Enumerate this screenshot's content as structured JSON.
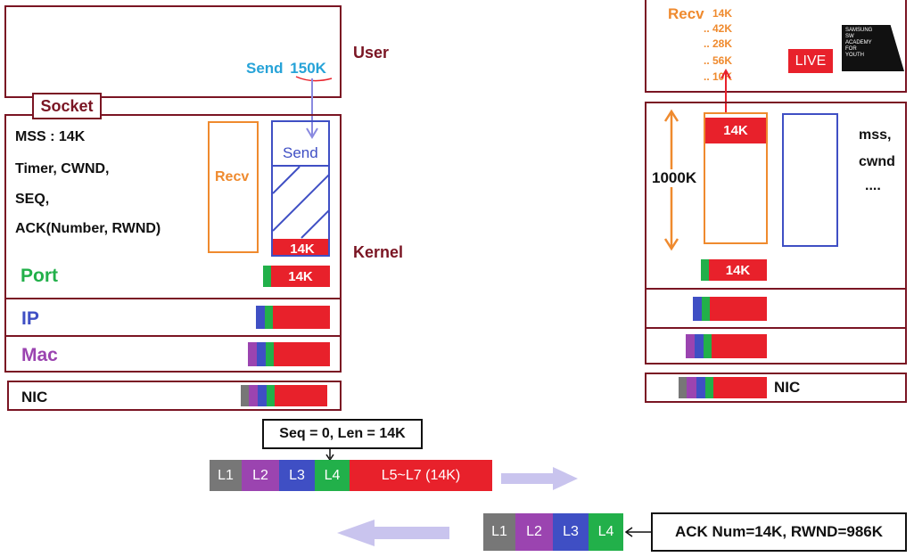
{
  "left": {
    "user_label": "User",
    "send_text": "Send",
    "send_amount": "150K",
    "socket_label": "Socket",
    "kernel_label": "Kernel",
    "socket_info": [
      "MSS : 14K",
      "Timer, CWND,",
      "SEQ,",
      "ACK(Number, RWND)"
    ],
    "recv_buffer_label": "Recv",
    "send_buffer_label": "Send",
    "send_buffer_chunk": "14K",
    "port_label": "Port",
    "port_chunk": "14K",
    "ip_label": "IP",
    "mac_label": "Mac",
    "nic_label": "NIC"
  },
  "right": {
    "recv_label": "Recv",
    "recv_amounts": [
      "14K",
      ".. 42K",
      ".. 28K",
      ".. 56K",
      ".. 10K"
    ],
    "live_badge": "LIVE",
    "logo_lines": [
      "SAMSUNG",
      "SW",
      "ACADEMY",
      "FOR",
      "YOUTH"
    ],
    "buffer_size": "1000K",
    "recv_chunk": "14K",
    "socket_info": [
      "mss,",
      "cwnd",
      "...."
    ],
    "port_chunk": "14K",
    "nic_label": "NIC"
  },
  "packet": {
    "header_note": "Seq = 0, Len = 14K",
    "l1": "L1",
    "l2": "L2",
    "l3": "L3",
    "l4": "L4",
    "payload": "L5~L7 (14K)"
  },
  "ack": {
    "l1": "L1",
    "l2": "L2",
    "l3": "L3",
    "l4": "L4",
    "note": "ACK Num=14K, RWND=986K"
  },
  "colors": {
    "frame": "#7a1523",
    "red": "#e8212b",
    "green": "#22b04a",
    "blue": "#3f4fc4",
    "purple": "#9b44b0",
    "gray": "#777777",
    "orange": "#ef8a2e",
    "send_blue": "#27a3d8",
    "arrow": "#c9c4ee"
  }
}
